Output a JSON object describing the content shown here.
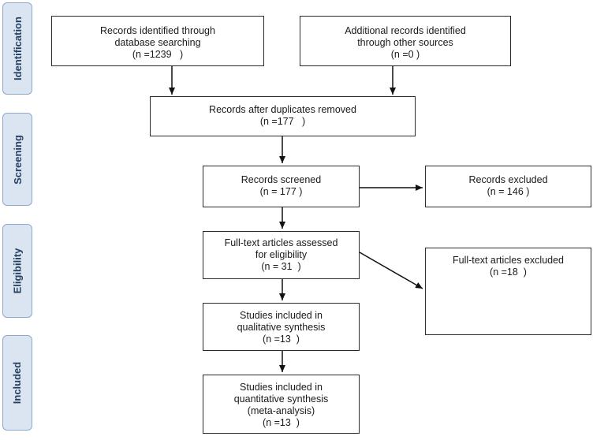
{
  "phases": {
    "identification": "Identification",
    "screening": "Screening",
    "eligibility": "Eligibility",
    "included": "Included"
  },
  "boxes": {
    "database_search": {
      "line1": "Records identified through",
      "line2": "database searching",
      "line3": "(n =1239   )"
    },
    "other_sources": {
      "line1": "Additional records identified",
      "line2": "through other sources",
      "line3": "(n =0 )"
    },
    "after_duplicates": {
      "line1": "Records after duplicates removed",
      "line2": "(n =177   )"
    },
    "screened": {
      "line1": "Records screened",
      "line2": "(n = 177 )"
    },
    "excluded": {
      "line1": "Records excluded",
      "line2": "(n = 146 )"
    },
    "fulltext_assessed": {
      "line1": "Full-text articles assessed",
      "line2": "for eligibility",
      "line3": "(n = 31  )"
    },
    "fulltext_excluded": {
      "line1": "Full-text articles excluded",
      "line2": "(n =18  )"
    },
    "qualitative": {
      "line1": "Studies included in",
      "line2": "qualitative synthesis",
      "line3": "(n =13  )"
    },
    "quantitative": {
      "line1": "Studies included in",
      "line2": "quantitative synthesis",
      "line3": "(meta-analysis)",
      "line4": "(n =13  )"
    }
  }
}
